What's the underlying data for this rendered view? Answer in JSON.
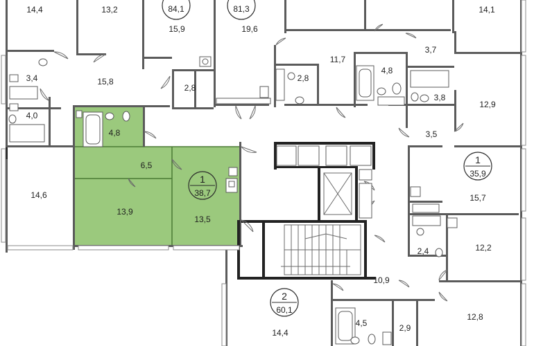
{
  "plan": {
    "highlight_color": "#9bc97d",
    "rooms": {
      "r14_4_top": "14,4",
      "r13_2": "13,2",
      "r15_9": "15,9",
      "r19_6": "19,6",
      "r14_1": "14,1",
      "r3_4": "3,4",
      "r15_8": "15,8",
      "r2_8_left": "2,8",
      "r11_7": "11,7",
      "r2_8_mid": "2,8",
      "r4_8_top": "4,8",
      "r3_7": "3,7",
      "r3_8": "3,8",
      "r12_9": "12,9",
      "r4_0": "4,0",
      "r4_8_hl": "4,8",
      "r6_5": "6,5",
      "r3_5": "3,5",
      "r14_6": "14,6",
      "r13_9": "13,9",
      "r13_5": "13,5",
      "r15_7": "15,7",
      "r2_4": "2,4",
      "r12_2": "12,2",
      "r10_9": "10,9",
      "r14_4_bottom": "14,4",
      "r4_5": "4,5",
      "r2_9": "2,9",
      "r12_8": "12,8"
    },
    "apartments": [
      {
        "rooms": "1",
        "area": "38,7"
      },
      {
        "rooms": "1",
        "area": "35,9"
      },
      {
        "rooms": "2",
        "area": "60,1"
      }
    ],
    "partial_totals": {
      "top_left": "84,1",
      "top_mid": "81,3"
    }
  }
}
